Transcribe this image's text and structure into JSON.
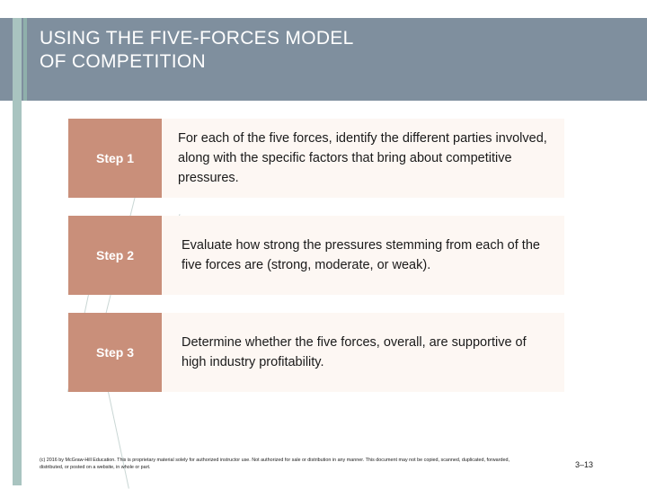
{
  "slide": {
    "title": "USING THE FIVE-FORCES MODEL OF COMPETITION",
    "title_line1": "USING THE FIVE-FORCES MODEL",
    "title_line2": "OF COMPETITION",
    "colors": {
      "header_band": "#7f8f9e",
      "accent_teal": "#a9c4c0",
      "step_label": "#c98f7a",
      "step_text_bg": "#fdf7f3",
      "title_text": "#ffffff"
    },
    "steps": [
      {
        "label": "Step 1",
        "text": "For each of the five forces, identify the different parties involved, along with the specific factors that bring about competitive pressures."
      },
      {
        "label": "Step 2",
        "text": "Evaluate how strong the pressures stemming from each of the five forces are (strong, moderate, or weak)."
      },
      {
        "label": "Step 3",
        "text": "Determine whether the five forces, overall, are supportive of high industry profitability."
      }
    ],
    "footer": {
      "copyright": "(c) 2016 by McGraw-Hill Education. This is proprietary material solely for authorized instructor use. Not authorized for sale or distribution in any manner. This document may not be copied, scanned, duplicated, forwarded, distributed, or posted on a website, in whole or part.",
      "slide_number": "3–13"
    }
  }
}
